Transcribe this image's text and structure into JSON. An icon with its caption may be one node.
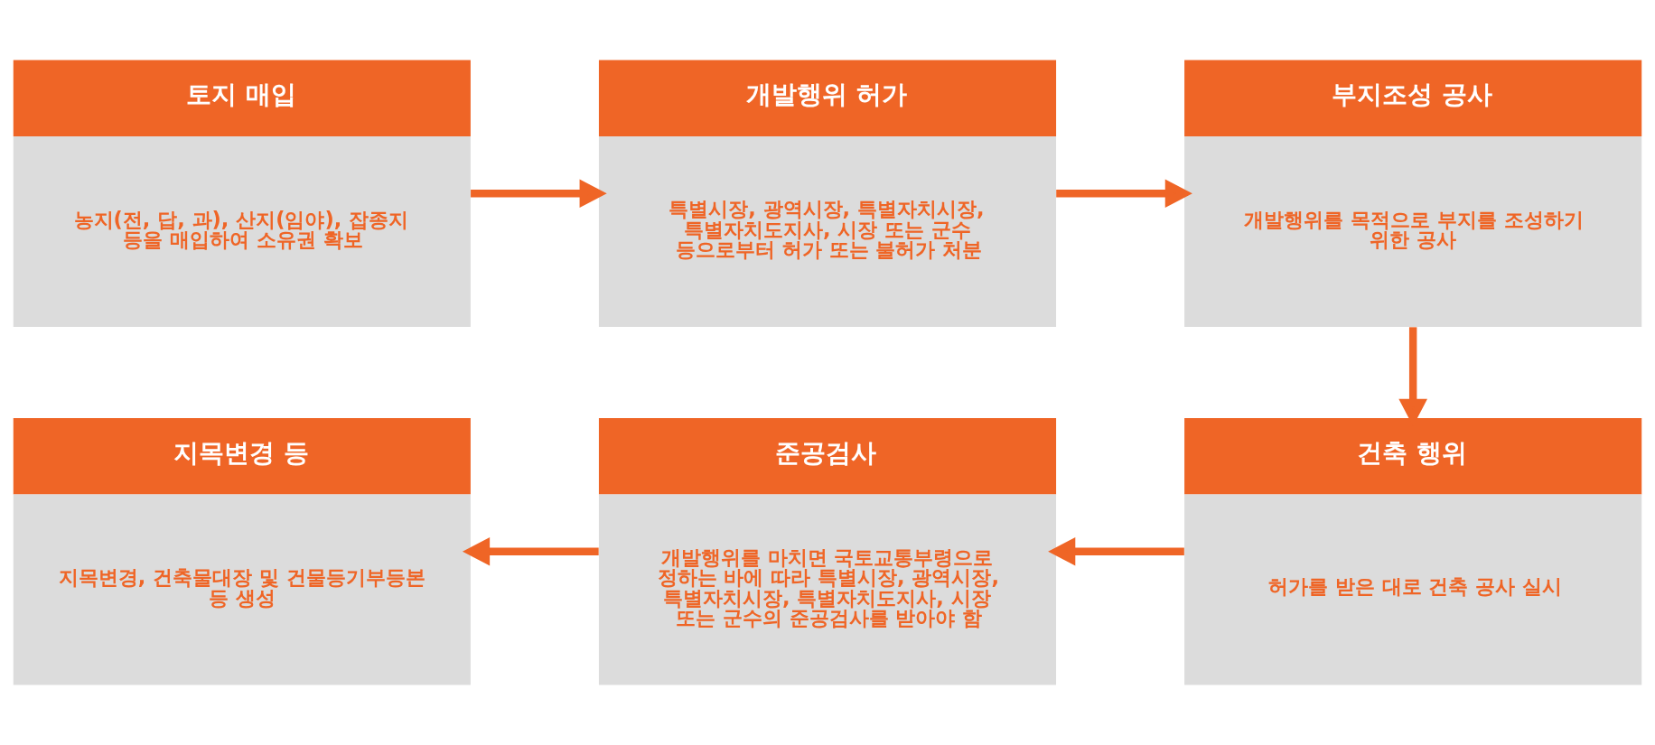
{
  "diagram": {
    "nodes": [
      {
        "text": [
          "토지 매입",
          "농지(전, 답, 과), 산지(임야), 잡종지 등을 매입하여 소유권 확보"
        ]
      },
      {
        "text": [
          "개발행위 허가",
          "특별시장, 광역시장, 특별자치시장, 특별자치도지사, 시장 또는 군수 등으로부터 허가 또는 불허가 처분"
        ]
      },
      {
        "text": [
          "부지조성 공사",
          "개발행위를 목적으로 부지를 조성하기 위한 공사"
        ]
      },
      {
        "text": [
          "지목변경 등",
          "지목변경, 건축물대장 및 건물등기부등본 등 생성"
        ]
      },
      {
        "text": [
          "준공검사",
          "개발행위를 마치면 국토교통부령으로 정하는 바에 따라 특별시장, 광역시장, 특별자치시장, 특별자치도지사, 시장 또는 군수의 준공검사를 받아야 함"
        ]
      },
      {
        "text": [
          "건축 행위",
          "허가를 받은 대로 건축 공사 실시"
        ]
      }
    ],
    "edges": [
      {
        "from": 0,
        "to": 1,
        "arrow": "to"
      },
      {
        "from": 1,
        "to": 2,
        "arrow": "to"
      },
      {
        "from": 2,
        "to": 5,
        "arrow": "to"
      },
      {
        "from": 5,
        "to": 4,
        "arrow": "to"
      },
      {
        "from": 4,
        "to": 3,
        "arrow": "to"
      }
    ]
  }
}
